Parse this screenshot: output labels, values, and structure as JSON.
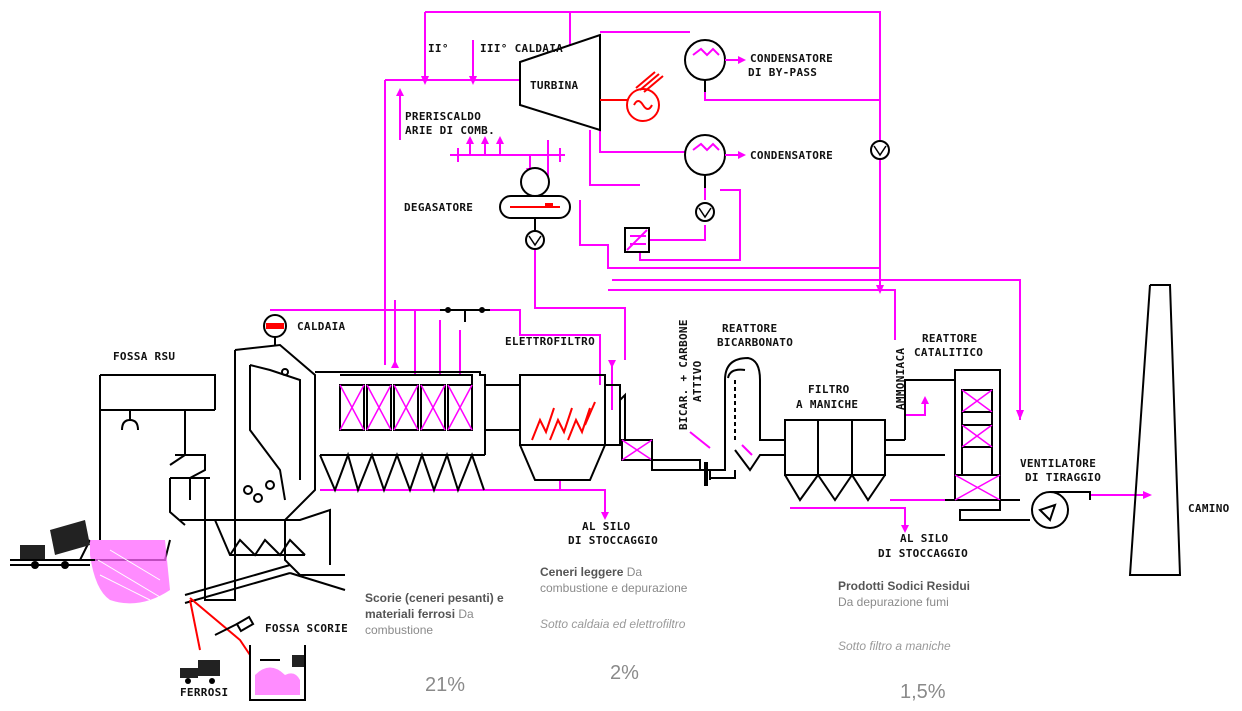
{
  "labels": {
    "caldaia_ii": "II°",
    "caldaia_iii": "III° CALDAIA",
    "turbina": "TURBINA",
    "cond_bypass_1": "CONDENSATORE",
    "cond_bypass_2": "DI BY-PASS",
    "condensatore": "CONDENSATORE",
    "preriscaldo_1": "PRERISCALDO",
    "preriscaldo_2": "ARIE DI COMB.",
    "degasatore": "DEGASATORE",
    "caldaia": "CALDAIA",
    "elettrofiltro": "ELETTROFILTRO",
    "bicar_1": "BICAR. + CARBONE",
    "bicar_2": "ATTIVO",
    "reattore_bic_1": "REATTORE",
    "reattore_bic_2": "BICARBONATO",
    "ammoniaca": "AMMONIACA",
    "reattore_cat_1": "REATTORE",
    "reattore_cat_2": "CATALITICO",
    "filtro_1": "FILTRO",
    "filtro_2": "A MANICHE",
    "fossa_rsu": "FOSSA RSU",
    "ventilatore_1": "VENTILATORE",
    "ventilatore_2": "DI TIRAGGIO",
    "camino": "CAMINO",
    "silo1_1": "AL SILO",
    "silo1_2": "DI STOCCAGGIO",
    "silo2_1": "AL SILO",
    "silo2_2": "DI STOCCAGGIO",
    "fossa_scorie": "FOSSA SCORIE",
    "ferrosi": "FERROSI"
  },
  "notes": {
    "scorie_bold": "Scorie (ceneri pesanti) e materiali ferrosi",
    "scorie_rest": " Da combustione",
    "ceneri_bold": "Ceneri leggere",
    "ceneri_rest": " Da combustione e depurazione",
    "ceneri_sub": "Sotto caldaia ed elettrofiltro",
    "prodotti_bold": "Prodotti Sodici Residui",
    "prodotti_rest": "Da depurazione fumi",
    "prodotti_sub": "Sotto filtro a maniche"
  },
  "percentages": {
    "scorie": "21%",
    "ceneri": "2%",
    "prodotti": "1,5%"
  },
  "colors": {
    "pipe": "#ff00ff",
    "equipment": "#000000",
    "hatch": "#ff0000"
  }
}
